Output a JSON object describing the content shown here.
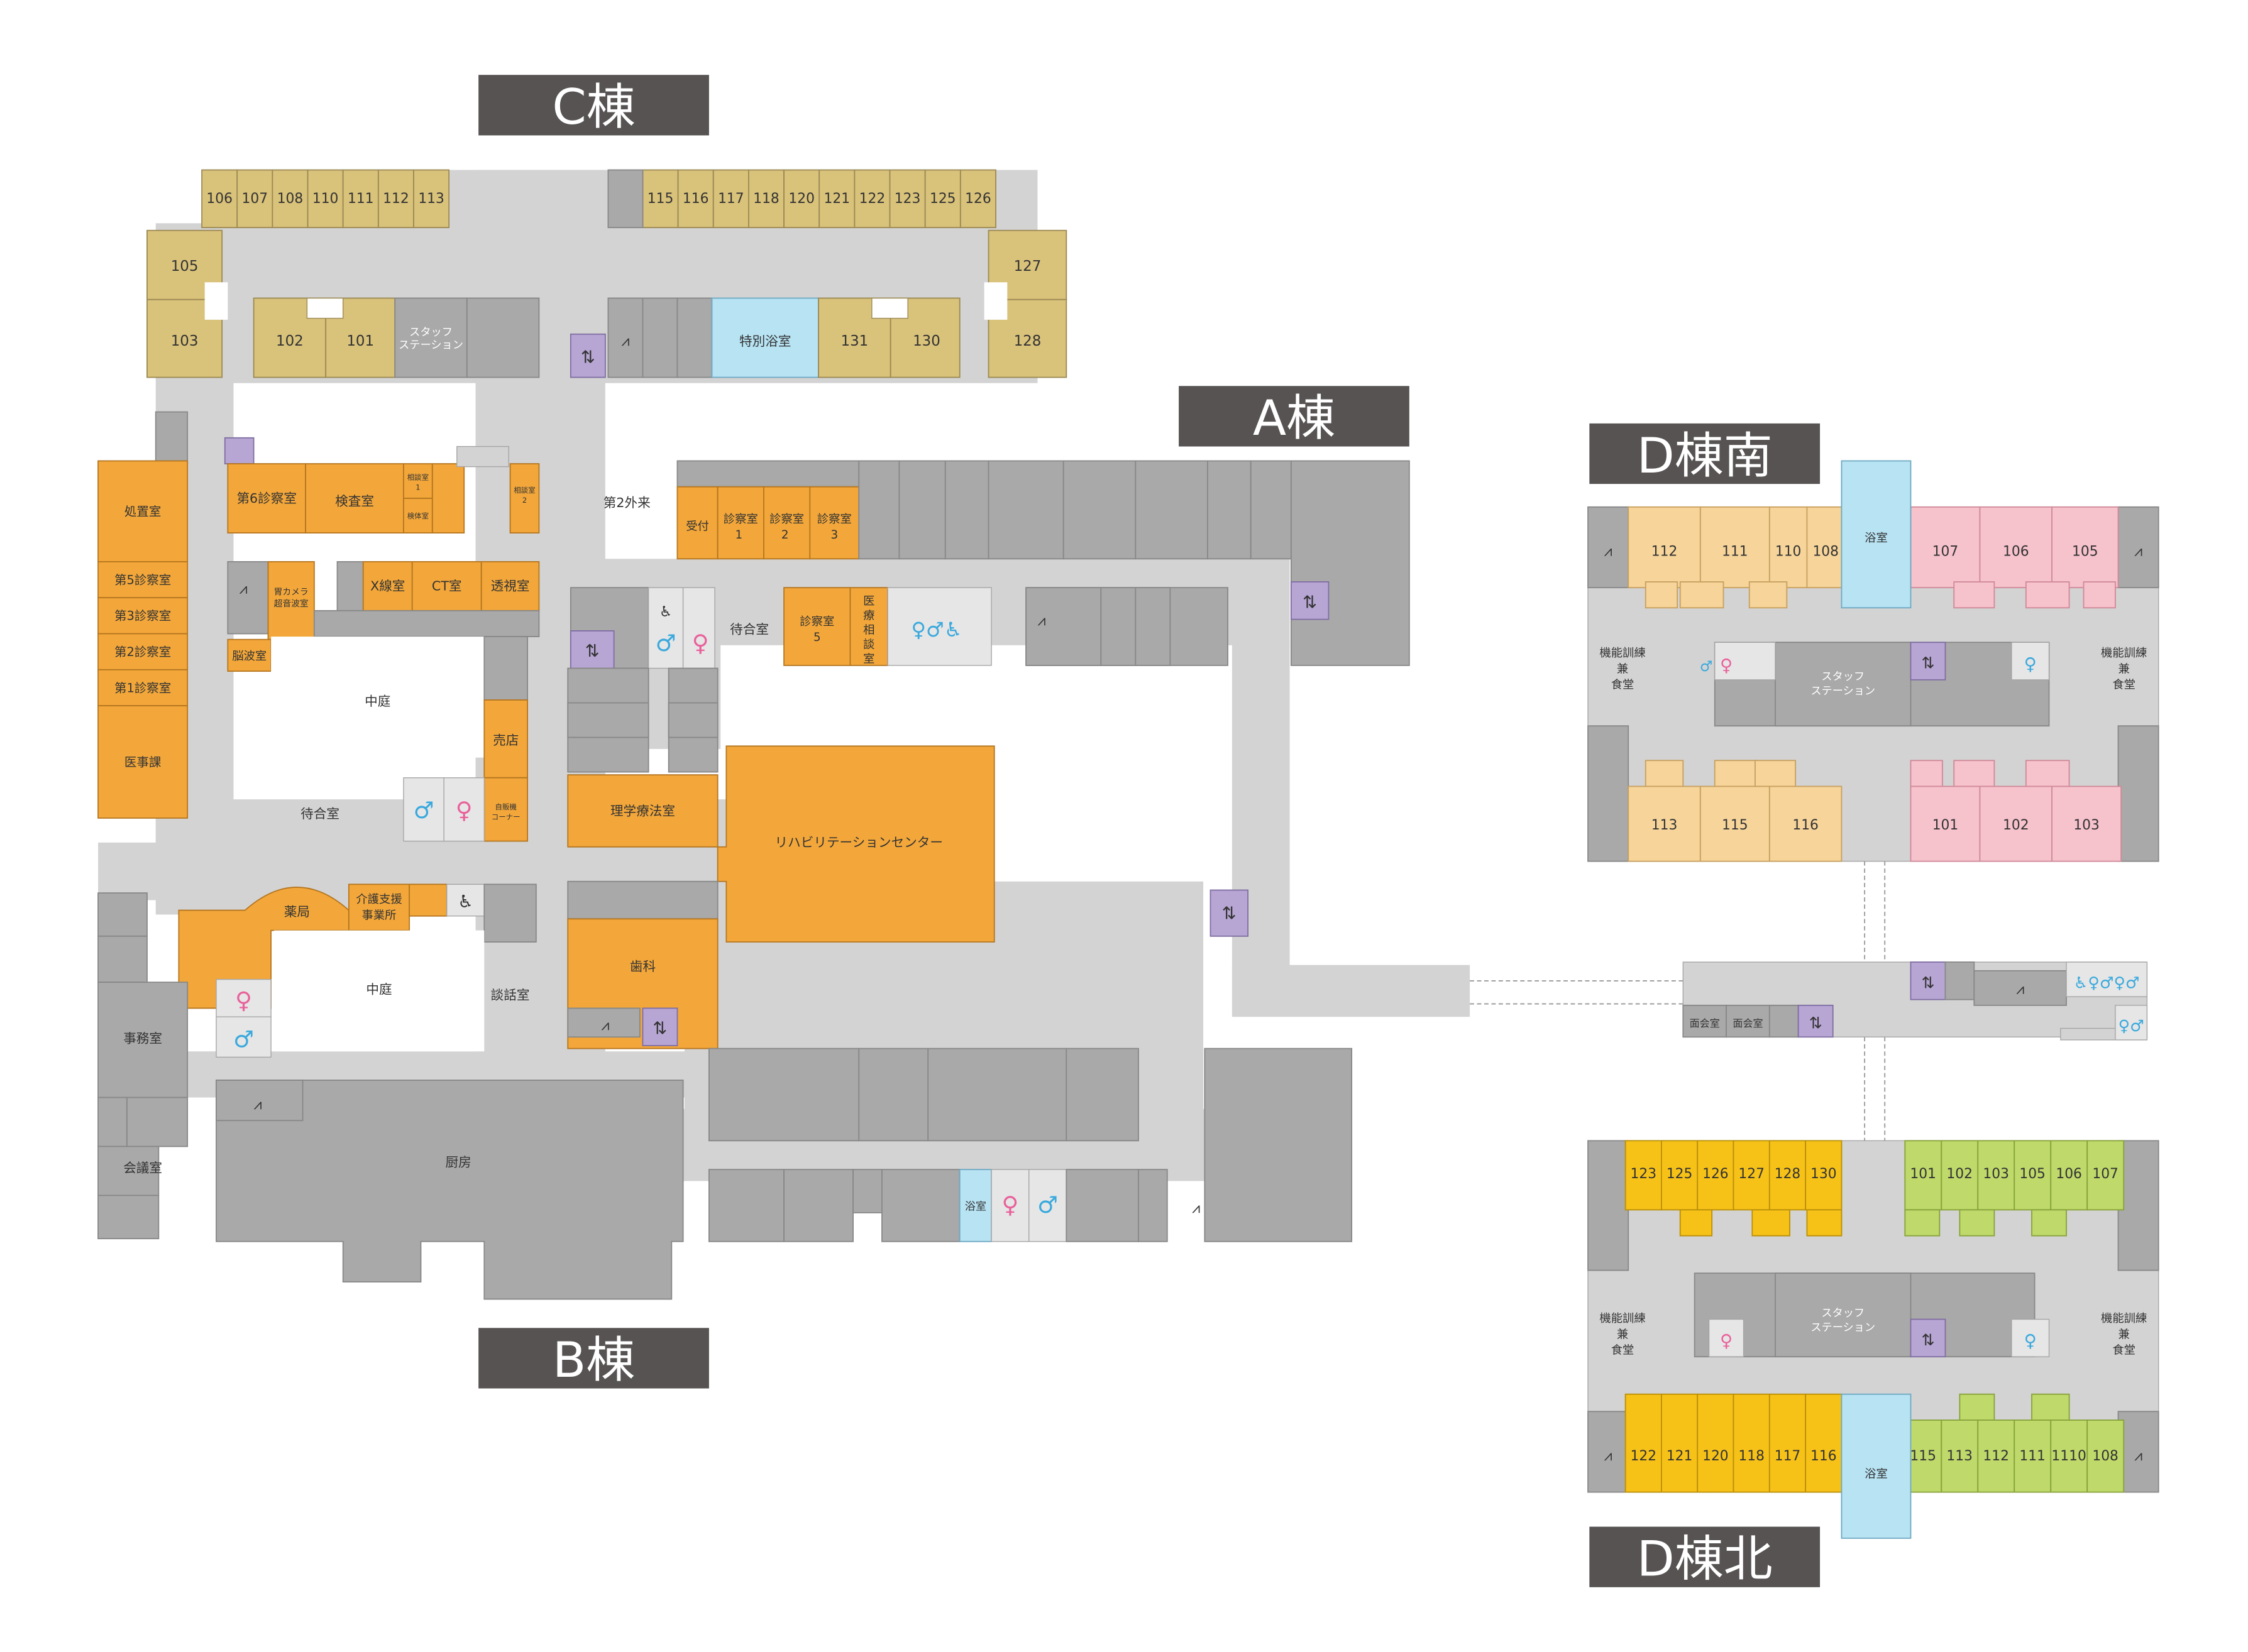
{
  "colors": {
    "floor": "#d3d3d3",
    "wall": "#a5a5a5",
    "gray_room": "#a9a9a9",
    "c_wing": "#d9c27a",
    "orange": "#f3a73a",
    "d_peach": "#f6d49a",
    "d_pink": "#f6c2cc",
    "d_yellow": "#f7c218",
    "d_green": "#bfd96a",
    "bath_blue": "#b7e3f3",
    "elevator": "#b7a6d4",
    "title_bg": "#565352",
    "male_icon": "#3aa9dd",
    "female_icon": "#e9609b"
  },
  "titles": {
    "c": "C棟",
    "a": "A棟",
    "b": "B棟",
    "d_south": "D棟南",
    "d_north": "D棟北"
  },
  "c_wing": {
    "top_rooms_left": [
      "106",
      "107",
      "108",
      "110",
      "111",
      "112",
      "113"
    ],
    "top_rooms_right": [
      "115",
      "116",
      "117",
      "118",
      "120",
      "121",
      "122",
      "123",
      "125",
      "126"
    ],
    "left_col": [
      "105",
      "103"
    ],
    "right_col": [
      "127",
      "128"
    ],
    "inner": [
      "102",
      "101",
      "131",
      "130"
    ],
    "staff": "スタッフ\nステーション",
    "special_bath": "特別浴室"
  },
  "b_wing": {
    "left_col": [
      "処置室",
      "第5診察室",
      "第3診察室",
      "第2診察室",
      "第1診察室",
      "医事課"
    ],
    "dai6": "第6診察室",
    "kensa": "検査室",
    "soudan1": "相談室\n1",
    "kensa_small": "検体室",
    "soudan2": "相談室\n2",
    "ikamera": "胃カメラ\n超音波室",
    "xray": "X線室",
    "ct": "CT室",
    "toseki": "透視室",
    "nouha": "脳波室",
    "nakaniwa1": "中庭",
    "baiten": "売店",
    "jihanki": "自販機\nコーナー",
    "machiai": "待合室",
    "yakkyoku": "薬局",
    "kaigo": "介護支援\n事業所",
    "nakaniwa2": "中庭",
    "danwa": "談話室",
    "jimu": "事務室",
    "kaigi": "会議室",
    "chubo": "厨房"
  },
  "a_wing": {
    "dai2gairai": "第2外来",
    "uketsuke": "受付",
    "shin1": "診察室\n1",
    "shin2": "診察室\n2",
    "shin3": "診察室\n3",
    "machiai": "待合室",
    "shin5": "診察室\n5",
    "iryo": "医療\n相談室",
    "rigaku": "理学療法室",
    "reha": "リハビリテーションセンター",
    "shika": "歯科",
    "yokushitsu": "浴室"
  },
  "d_south": {
    "top_left": [
      "112",
      "111",
      "110",
      "108"
    ],
    "top_right": [
      "107",
      "106",
      "105"
    ],
    "bottom_left": [
      "113",
      "115",
      "116"
    ],
    "bottom_right": [
      "101",
      "102",
      "103"
    ],
    "bath": "浴室",
    "kinou": "機能訓練\n兼\n食堂",
    "staff": "スタッフ\nステーション"
  },
  "connector": {
    "menkai1": "面会室",
    "menkai2": "面会室"
  },
  "d_north": {
    "top_left": [
      "123",
      "125",
      "126",
      "127",
      "128",
      "130"
    ],
    "top_right": [
      "101",
      "102",
      "103",
      "105",
      "106",
      "107"
    ],
    "bottom_left": [
      "122",
      "121",
      "120",
      "118",
      "117",
      "116"
    ],
    "bottom_right": [
      "115",
      "113",
      "112",
      "111",
      "1110",
      "108"
    ],
    "bath": "浴室",
    "kinou": "機能訓練\n兼\n食堂",
    "staff": "スタッフ\nステーション"
  }
}
